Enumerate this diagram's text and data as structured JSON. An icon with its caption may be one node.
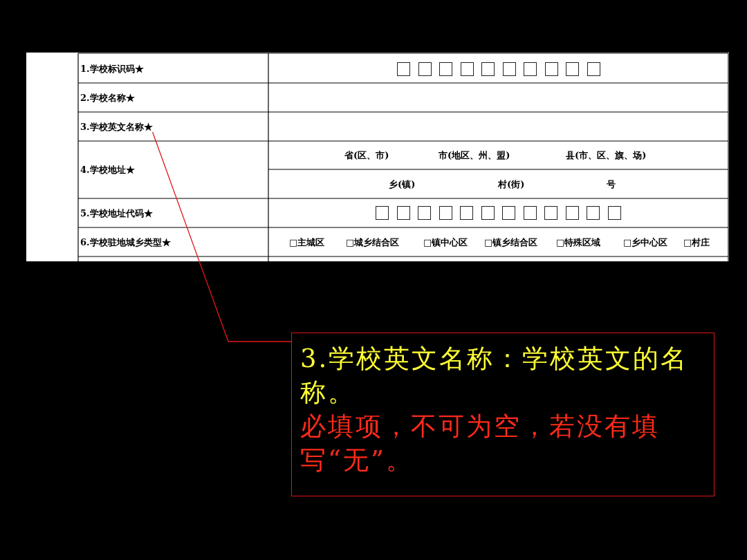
{
  "diagram": {
    "nodes": [
      {
        "text": [
          "3.学校英文名称★"
        ]
      },
      {
        "text": [
          "3.学校英文名称：学校英文的名称。",
          "必填项，不可为空，若没有填写“无”。"
        ]
      }
    ],
    "edges": [
      {
        "from": 1,
        "to": 0,
        "arrow": "none"
      }
    ],
    "labels": [
      "1.学校标识码★",
      "2.学校名称★",
      "4.学校地址★",
      "省(区、市)",
      "市(地区、州、盟)",
      "县(市、区、旗、场)",
      "乡(镇)",
      "村(街)",
      "号",
      "5.学校地址代码★",
      "6.学校驻地城乡类型★",
      "□主城区",
      "□城乡结合区",
      "□镇中心区",
      "□镇乡结合区",
      "□特殊区域",
      "□乡中心区",
      "□村庄"
    ]
  }
}
